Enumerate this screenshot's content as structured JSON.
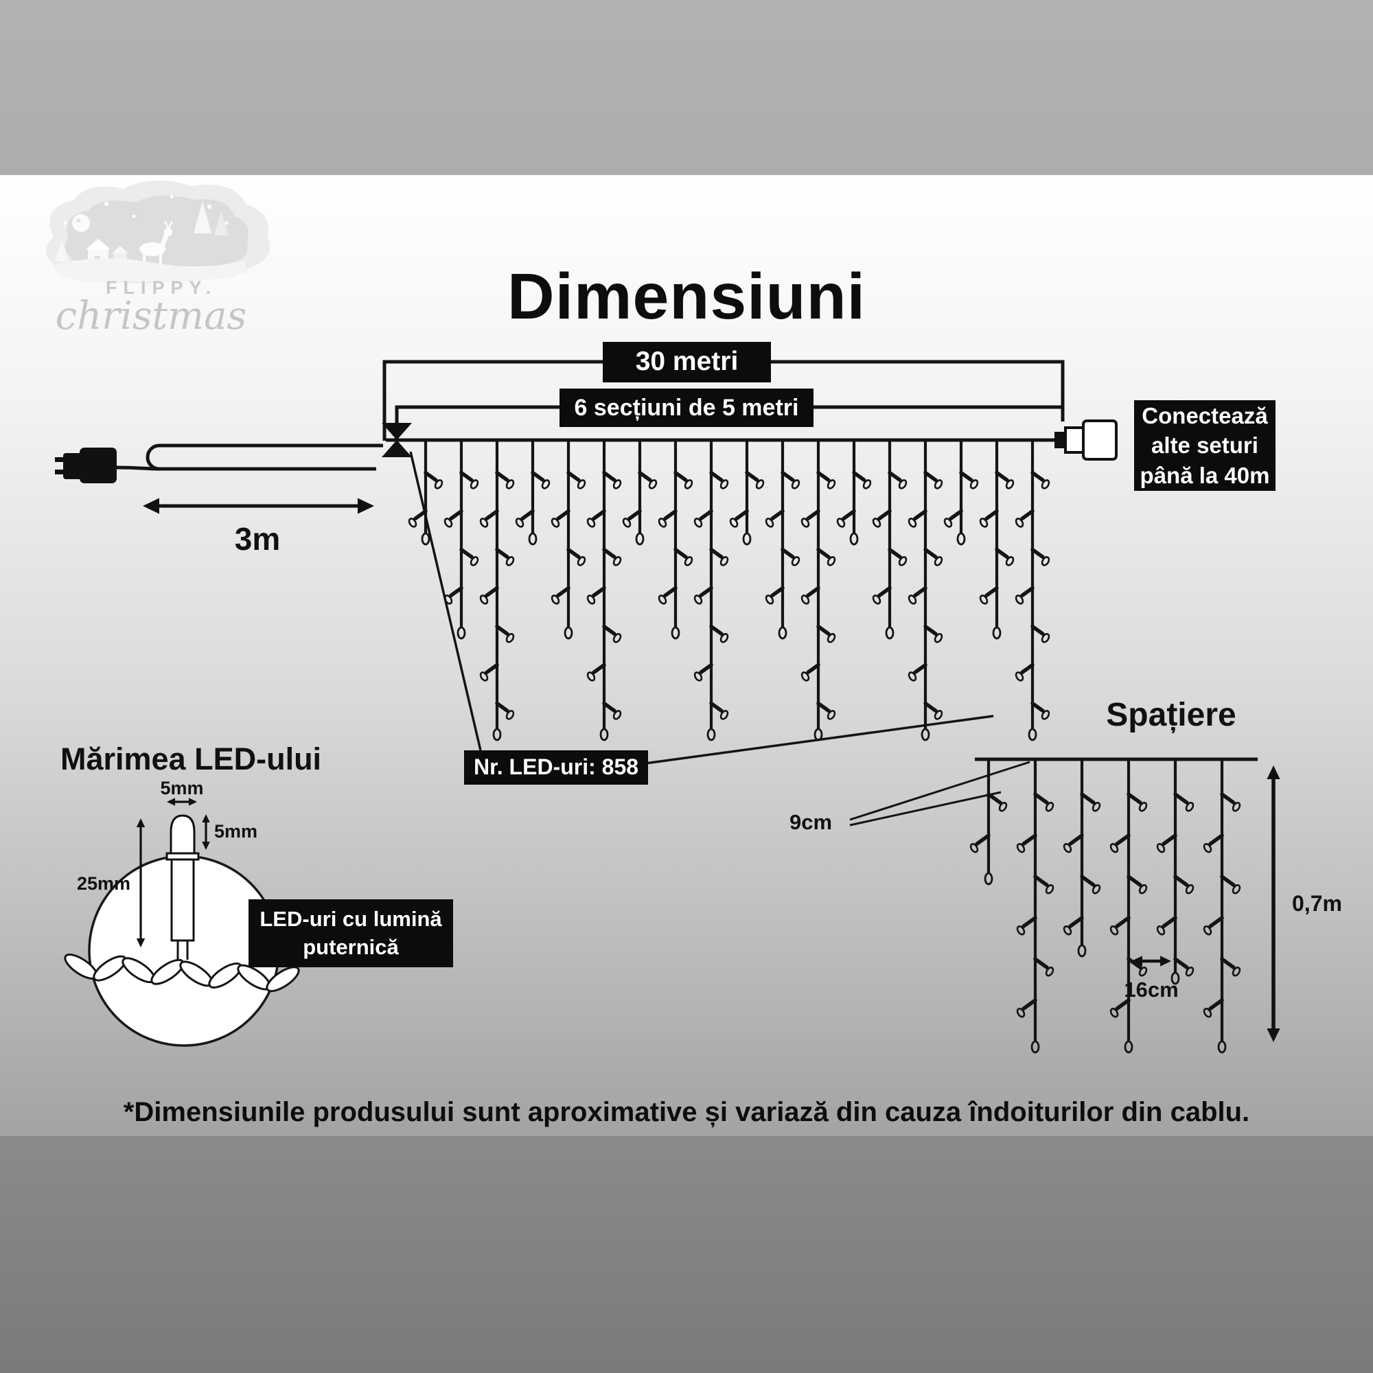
{
  "logo": {
    "brand": "FLIPPY.",
    "brand_script": "christmas"
  },
  "title": "Dimensiuni",
  "dimensions": {
    "total_length": "30 metri",
    "sections": "6 secțiuni de 5 metri",
    "lead_length": "3m",
    "connect_lines": [
      "Conectează",
      "alte seturi",
      "până la 40m"
    ],
    "led_count": "Nr. LED-uri: 858"
  },
  "led_size": {
    "heading": "Mărimea LED-ului",
    "width": "5mm",
    "tip_height": "5mm",
    "total_height": "25mm",
    "callout_lines": [
      "LED-uri cu lumină",
      "puternică"
    ]
  },
  "spacing": {
    "heading": "Spațiere",
    "led_gap": "9cm",
    "strand_gap": "16cm",
    "strand_height": "0,7m"
  },
  "footer_note": "*Dimensiunile produsului sunt aproximative și variază din cauza îndoiturilor din cablu.",
  "colors": {
    "ink": "#141414",
    "box_bg": "#0c0c0c",
    "box_text": "#ffffff"
  }
}
